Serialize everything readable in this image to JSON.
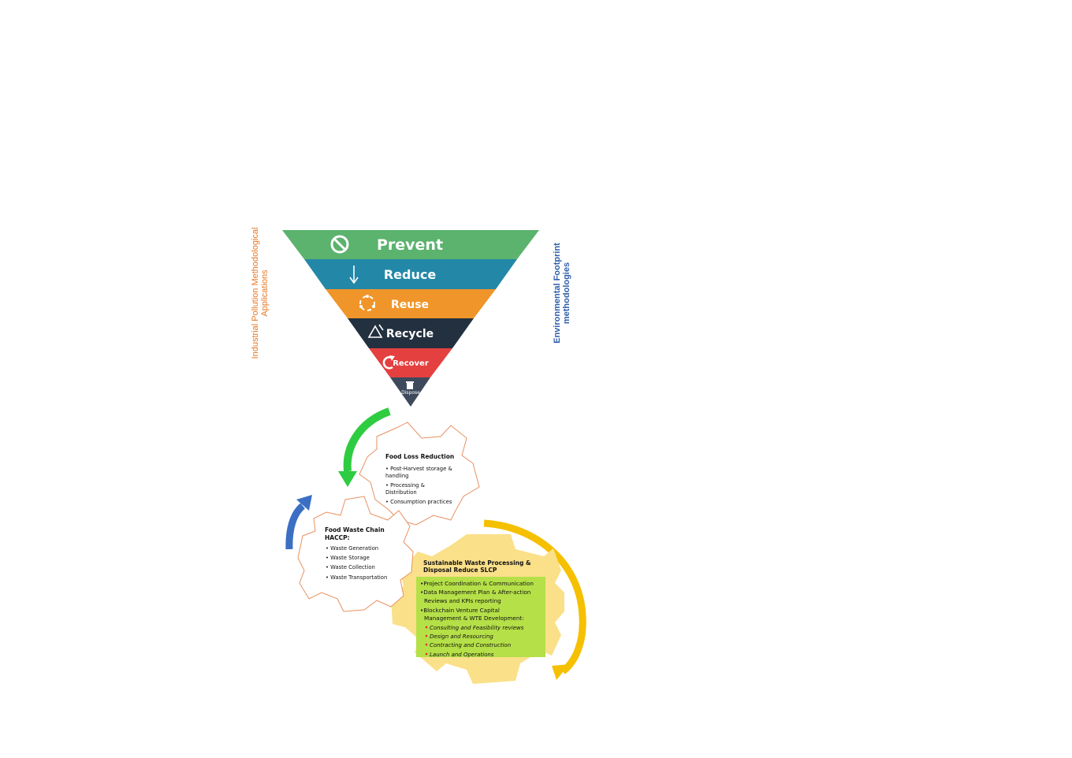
{
  "side_labels": {
    "left": [
      "Industrial Pollution Methodological",
      "Applications"
    ],
    "right": [
      "Environmental Footprint",
      "methodologies"
    ]
  },
  "hierarchy": [
    {
      "label": "Prevent",
      "color": "#5BB36E",
      "icon": "prohibit-icon"
    },
    {
      "label": "Reduce",
      "color": "#2388A8",
      "icon": "down-arrow-icon"
    },
    {
      "label": "Reuse",
      "color": "#F0952A",
      "icon": "reuse-cycle-icon"
    },
    {
      "label": "Recycle",
      "color": "#23303F",
      "icon": "recycle-icon"
    },
    {
      "label": "Recover",
      "color": "#E44040",
      "icon": "recover-arrow-icon"
    },
    {
      "label": "Dispose",
      "color": "#3E4A5C",
      "icon": "trash-icon"
    }
  ],
  "gears": {
    "food_loss": {
      "title": "Food Loss Reduction",
      "items": [
        "Post-Harvest storage &",
        "handling",
        "Processing &",
        "Distribution",
        "Consumption practices"
      ]
    },
    "food_waste": {
      "title_lines": [
        "Food Waste Chain",
        "HACCP:"
      ],
      "items": [
        "Waste Generation",
        "Waste Storage",
        "Waste Collection",
        "Waste Transportation"
      ]
    },
    "sustainable": {
      "title_lines": [
        "Sustainable Waste Processing &",
        "Disposal Reduce SLCP"
      ],
      "lines": [
        "•Project Coordination & Communication",
        "•Data Management Plan & After-action",
        "Reviews and KPIs reporting",
        "•Blockchain Venture Capital",
        "Management & WTE Development:"
      ],
      "sub_items": [
        "Consulting and Feasibility reviews",
        "Design and Resourcing",
        "Contracting and Construction",
        "Launch and Operations"
      ]
    }
  },
  "colors": {
    "green_arrow": "#2ECC40",
    "blue_arrow": "#3A6FC4",
    "yellow_arrow": "#F5C000",
    "gear_outline": "#E89060",
    "yellow_gear": "#FBE08A",
    "green_box": "#B5E048",
    "bullet_red": "#E03020"
  }
}
